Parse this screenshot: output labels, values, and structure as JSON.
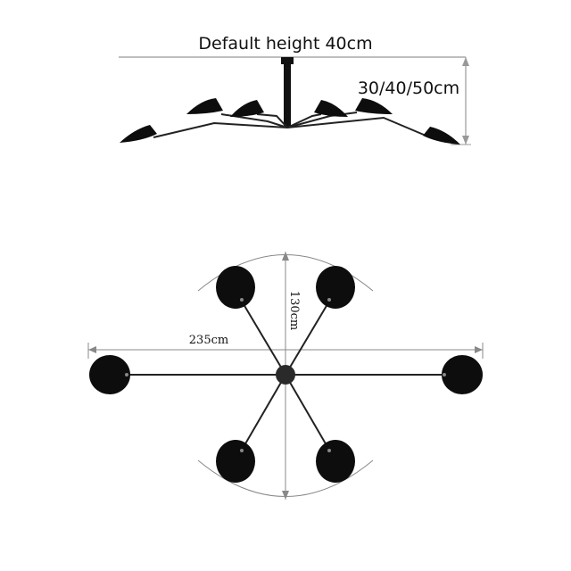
{
  "side_view": {
    "default_height_label": "Default height 40cm",
    "rod_length_label": "30/40/50cm"
  },
  "top_view": {
    "width_label": "235cm",
    "depth_label": "130cm"
  }
}
